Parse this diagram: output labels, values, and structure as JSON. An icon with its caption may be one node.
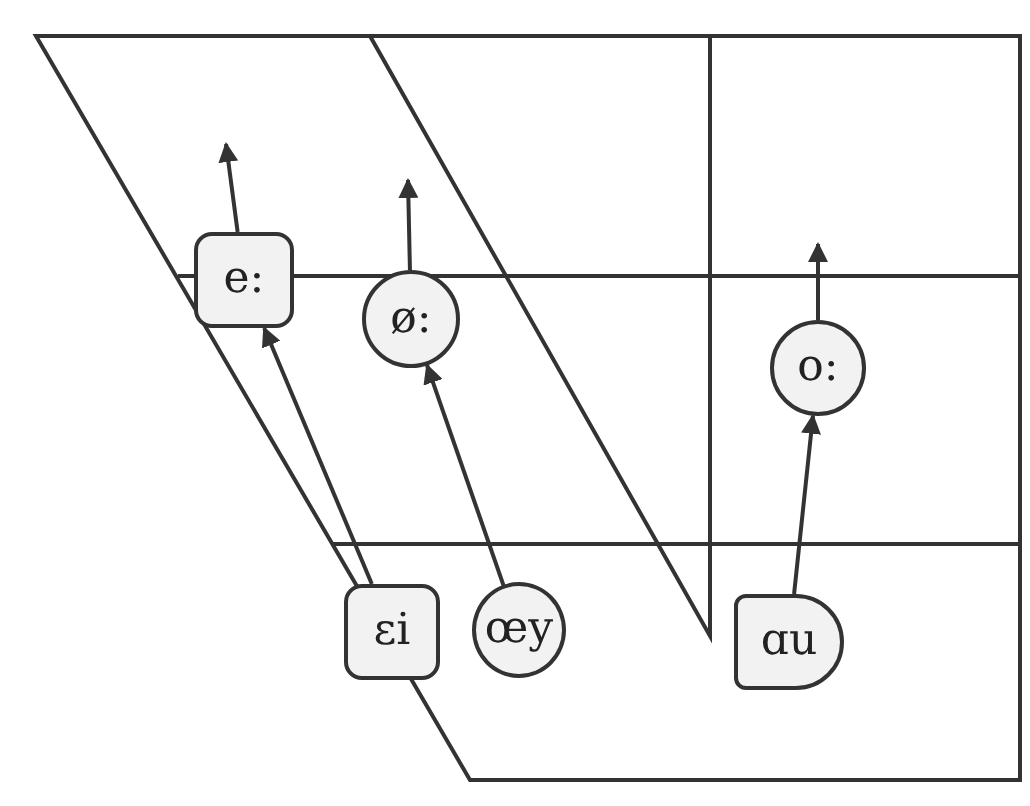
{
  "diagram": {
    "nodes": [
      {
        "text": [
          "e:"
        ]
      },
      {
        "text": [
          "ø:"
        ]
      },
      {
        "text": [
          "o:"
        ]
      },
      {
        "text": [
          "ɛi"
        ]
      },
      {
        "text": [
          "œy"
        ]
      },
      {
        "text": [
          "ɑu"
        ]
      }
    ],
    "edges": [
      {
        "from": 0,
        "to": null,
        "arrow": "to"
      },
      {
        "from": 1,
        "to": null,
        "arrow": "to"
      },
      {
        "from": 2,
        "to": null,
        "arrow": "to"
      },
      {
        "from": 3,
        "to": 0,
        "arrow": "to"
      },
      {
        "from": 4,
        "to": 1,
        "arrow": "to"
      },
      {
        "from": 5,
        "to": 2,
        "arrow": "to"
      }
    ]
  }
}
